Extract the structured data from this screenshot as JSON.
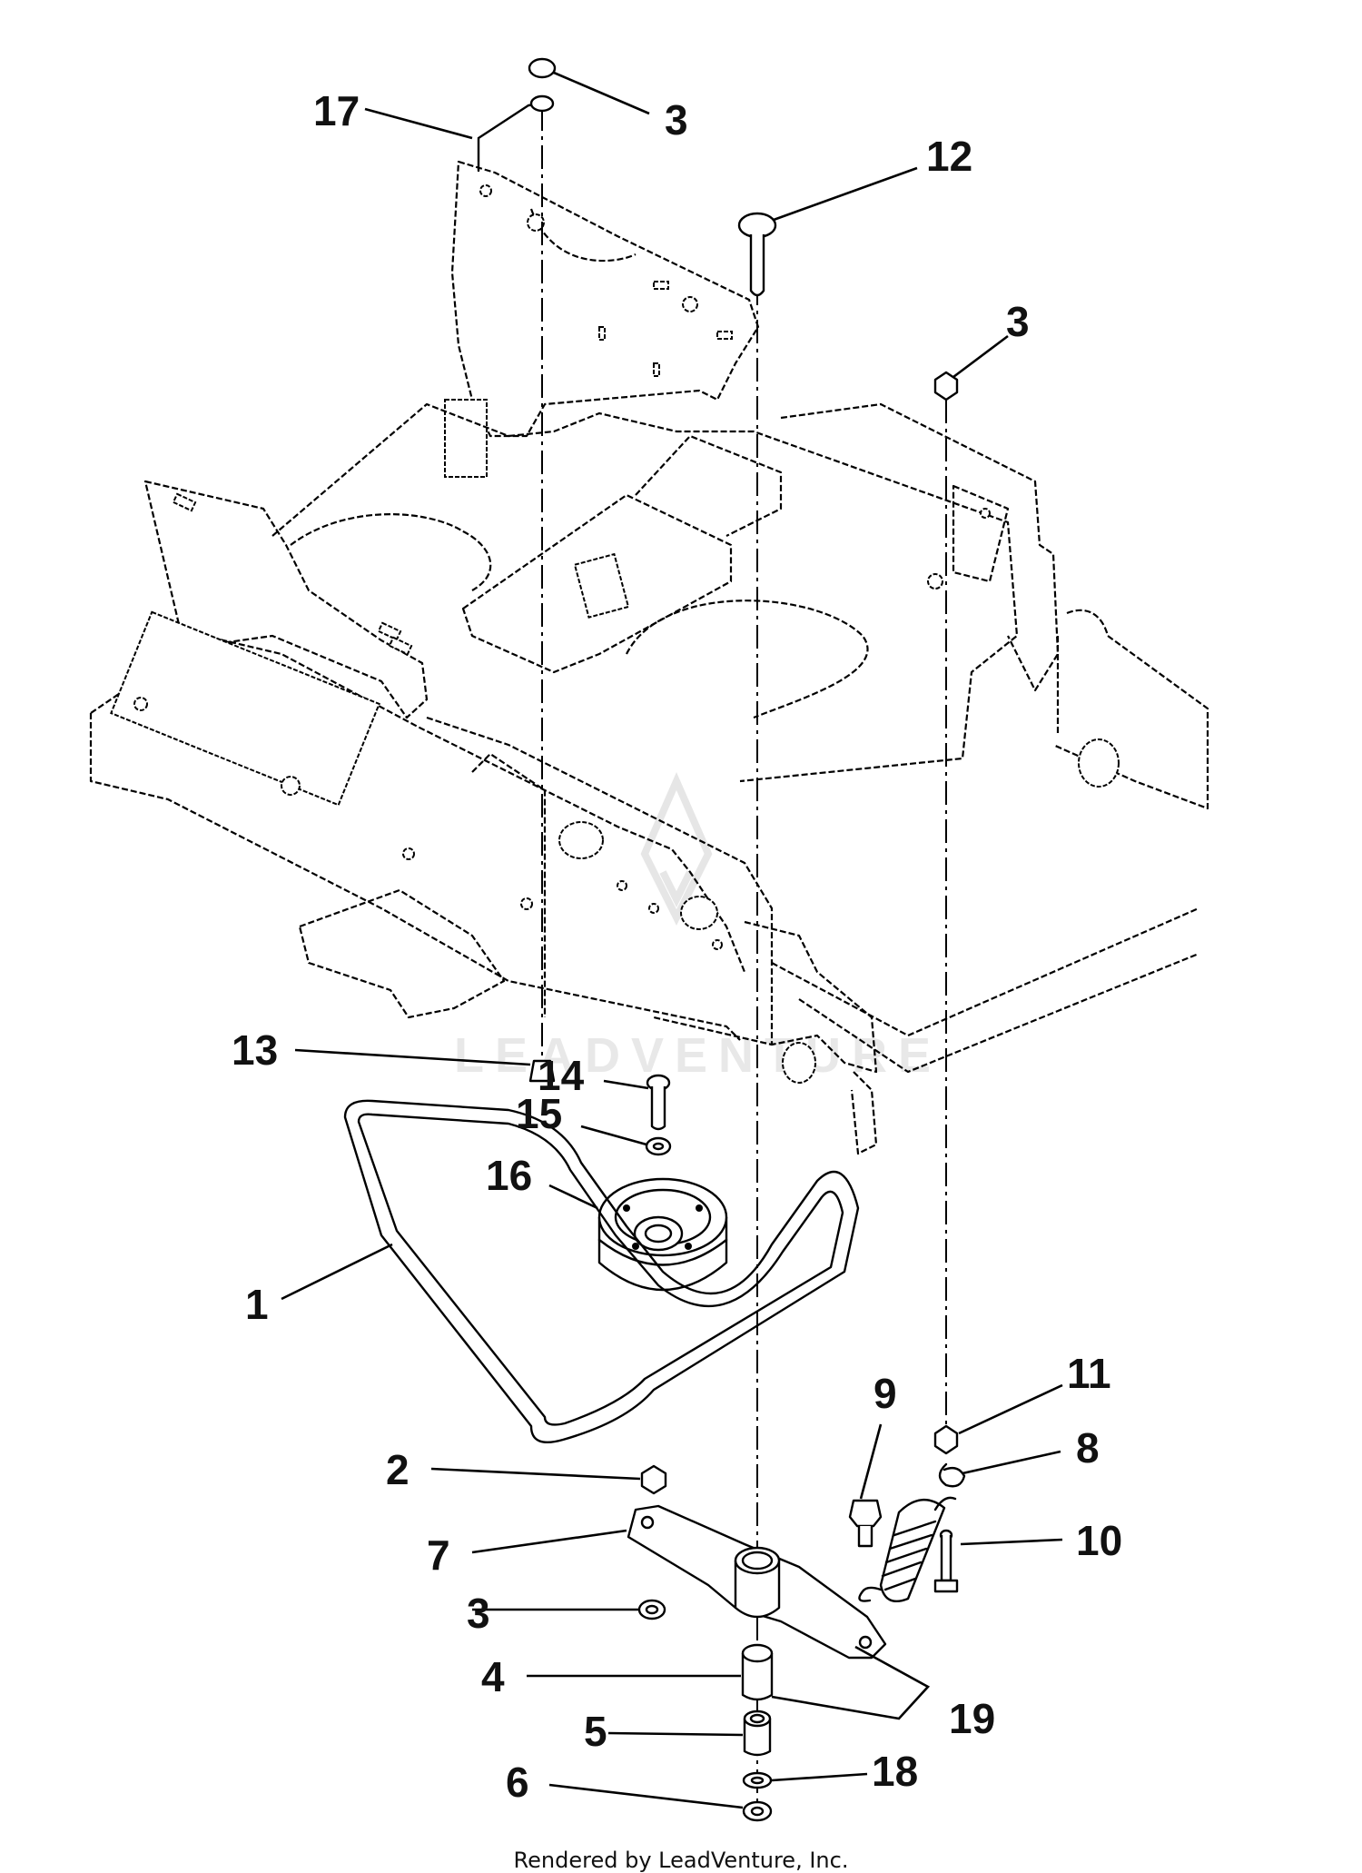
{
  "watermark": "LEADVENTURE",
  "footer": "Rendered by LeadVenture, Inc.",
  "callouts": [
    "17",
    "3",
    "12",
    "3",
    "13",
    "14",
    "15",
    "16",
    "1",
    "9",
    "11",
    "8",
    "2",
    "10",
    "7",
    "3",
    "4",
    "19",
    "5",
    "18",
    "6"
  ]
}
